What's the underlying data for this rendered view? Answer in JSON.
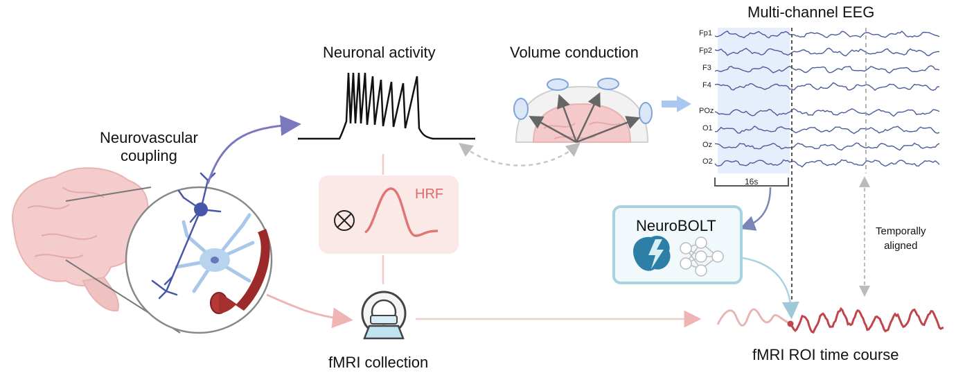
{
  "labels": {
    "neurovascular": [
      "Neurovascular",
      "coupling"
    ],
    "neuronal_activity": "Neuronal activity",
    "volume_conduction": "Volume conduction",
    "eeg_title": "Multi-channel EEG",
    "hrf": "HRF",
    "neurobolt": "NeuroBOLT",
    "fmri_collection": "fMRI collection",
    "fmri_roi": "fMRI ROI time course",
    "temporally_aligned": [
      "Temporally",
      "aligned"
    ],
    "window": "16s"
  },
  "eeg_channels": [
    "Fp1",
    "Fp2",
    "F3",
    "F4",
    "POz",
    "O1",
    "Oz",
    "O2"
  ],
  "icons": {
    "convolution": "circled-times-icon",
    "neurobolt_brain": "lightning-brain-icon",
    "neural_net": "neural-network-icon",
    "scanner": "mri-scanner-icon"
  },
  "colors": {
    "neuron_purple": "#7b78c0",
    "eeg_wave": "#4a5a9a",
    "eeg_window": "#e6eefb",
    "hrf_bg": "#fbe9e8",
    "hrf_curve": "#e07575",
    "fmri_red": "#c0454a",
    "fmri_faded": "#e7b6b3",
    "neurobolt_border": "#a9d2e0",
    "neurobolt_bg": "#f1f9fc",
    "arrow_blue": "#a8c8ef",
    "vessel_red": "#9c2a2a",
    "astro_blue": "#a9c7e8",
    "brain_pink": "#f4cccc"
  }
}
